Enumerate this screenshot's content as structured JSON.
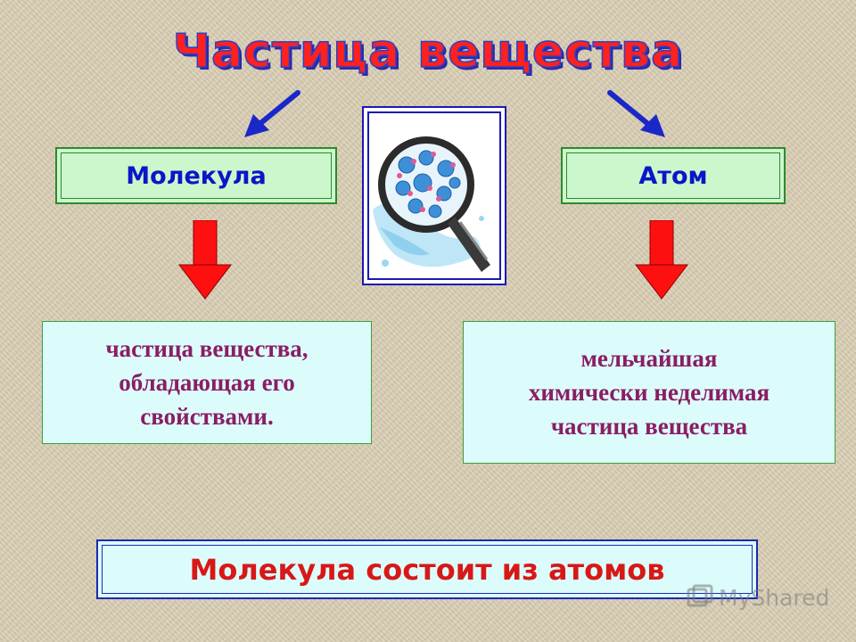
{
  "title": "Частица вещества",
  "left": {
    "term": "Молекула",
    "definition": "частица вещества,\nобладающая его\nсвойствами."
  },
  "right": {
    "term": "Атом",
    "definition": "мельчайшая\nхимически неделимая\nчастица вещества"
  },
  "conclusion": "Молекула состоит из атомов",
  "illustration": {
    "icon": "magnifying-glass-molecules-icon"
  },
  "watermark": {
    "text": "MyShared",
    "icon": "mysharednet-logo-icon"
  },
  "colors": {
    "title": "#ff2020",
    "title_shadow": "#2a2aa8",
    "term_text": "#0a16c8",
    "term_box": "#ccf6cc",
    "definition_text": "#8a1e63",
    "definition_box": "#dcfcfc",
    "arrow_blue": "#1a28c8",
    "arrow_red": "#ff1010",
    "conclusion_text": "#d81818"
  }
}
